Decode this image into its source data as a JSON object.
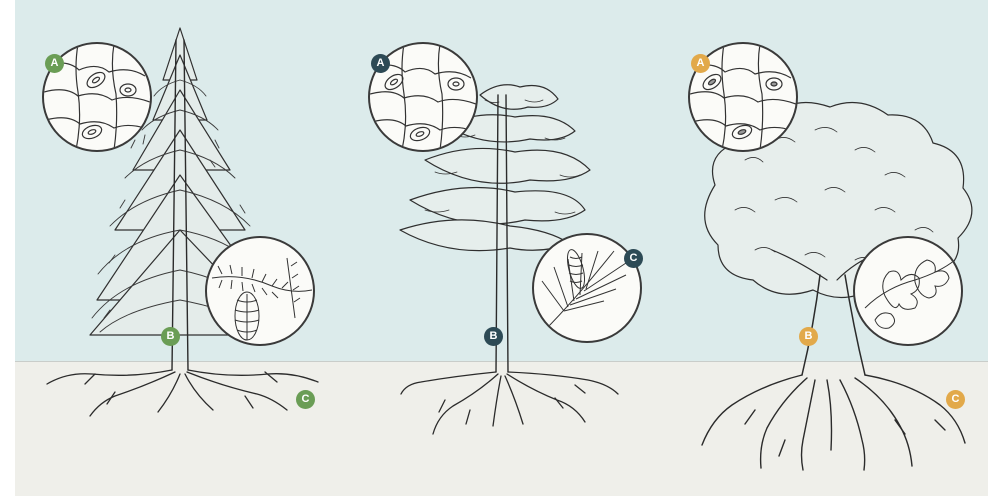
{
  "colors": {
    "spruce": "#6a9d55",
    "pine": "#2d4a55",
    "oak": "#e2a94a",
    "sky": "#dcebeb",
    "ground": "#efefea",
    "ink": "#2b2b2b"
  },
  "panels": [
    {
      "tree": "spruce",
      "markers": {
        "a": "A",
        "b": "B",
        "c": "C"
      },
      "icons": {
        "cells": "leaf-cells-icon",
        "detail": "cone-branch-icon"
      }
    },
    {
      "tree": "pine",
      "markers": {
        "a": "A",
        "b": "B",
        "c": "C"
      },
      "icons": {
        "cells": "leaf-cells-icon",
        "detail": "needle-cluster-icon"
      }
    },
    {
      "tree": "oak",
      "markers": {
        "a": "A",
        "b": "B",
        "c": "C"
      },
      "icons": {
        "cells": "leaf-cells-icon",
        "detail": "oak-leaf-icon"
      }
    }
  ]
}
